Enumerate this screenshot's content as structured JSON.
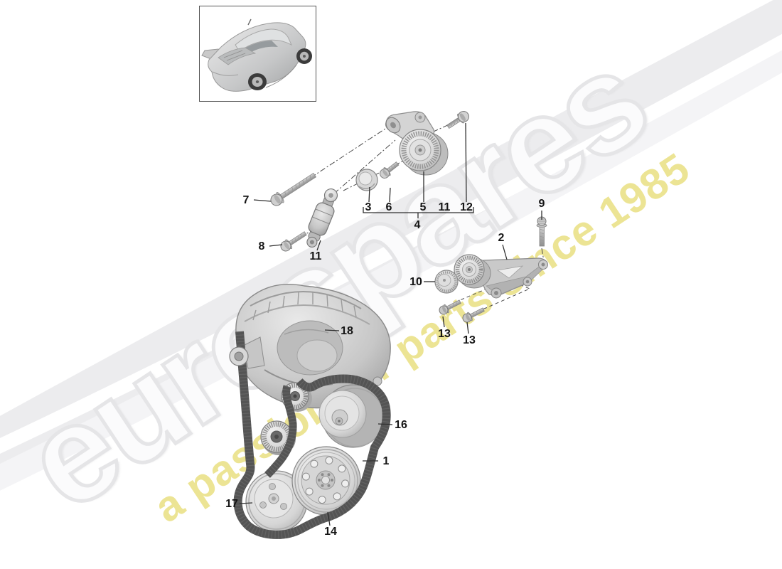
{
  "watermark": {
    "brand": "eurospares",
    "tagline": "a passion for parts since 1985",
    "brand_outline_color": "#e5e5e7",
    "tagline_color": "#ebe28b",
    "swoosh_color": "#ececee"
  },
  "callouts": [
    {
      "label": "7"
    },
    {
      "label": "8"
    },
    {
      "label": "11"
    },
    {
      "label": "3"
    },
    {
      "label": "6"
    },
    {
      "label": "5"
    },
    {
      "label": "11"
    },
    {
      "label": "12"
    },
    {
      "label": "4"
    },
    {
      "label": "9"
    },
    {
      "label": "2"
    },
    {
      "label": "10"
    },
    {
      "label": "13"
    },
    {
      "label": "13"
    },
    {
      "label": "18"
    },
    {
      "label": "16"
    },
    {
      "label": "1"
    },
    {
      "label": "17"
    },
    {
      "label": "14"
    }
  ],
  "colors": {
    "label": "#151515",
    "leader_line": "#2e2e2e",
    "belt": "#545454",
    "metal_edge": "#8a8a8a"
  }
}
